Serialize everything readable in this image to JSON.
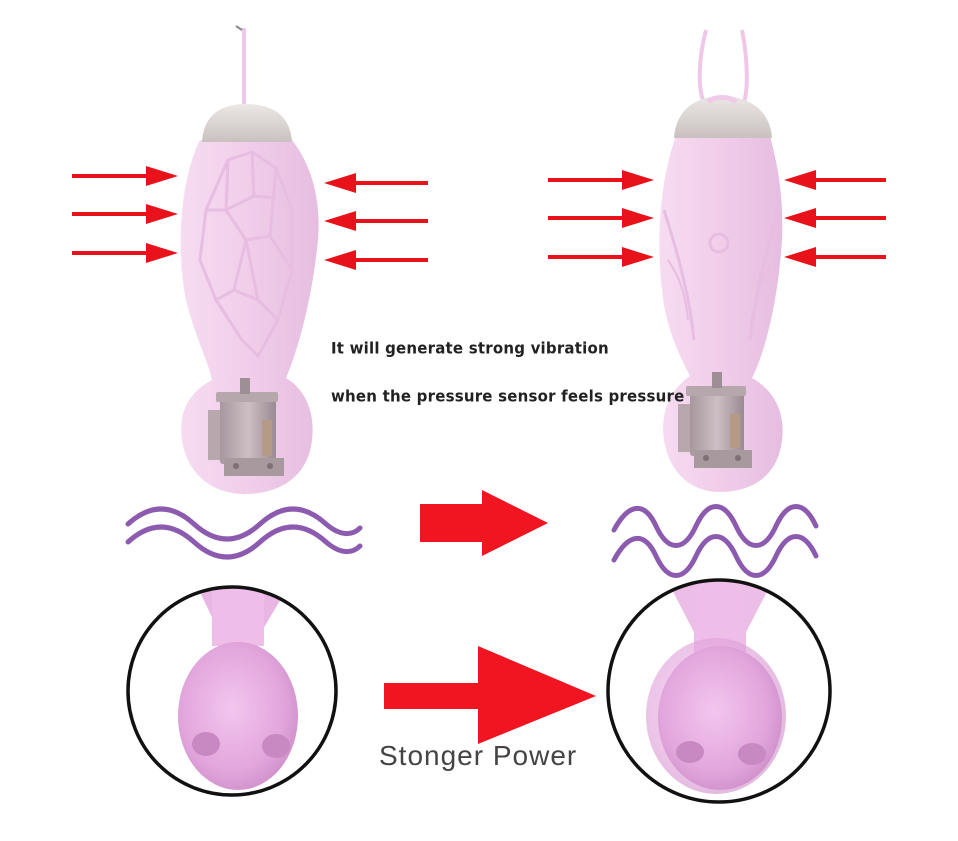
{
  "captions": {
    "line1": "It will generate strong vibration",
    "line2": "when the pressure sensor feels pressure"
  },
  "power_label": "Stonger Power",
  "colors": {
    "product_pink": "#f1cdea",
    "product_pink_dark": "#e0b0d8",
    "cap_gray": "#d6d0cf",
    "pressure_arrow": "#e8121a",
    "big_arrow": "#f01520",
    "wave_purple": "#8c5bb0",
    "circle_border": "#111111"
  },
  "icons": {
    "pressure_arrow": "arrow-right-icon",
    "wave": "vibration-wave-icon",
    "motor": "motor-icon"
  }
}
